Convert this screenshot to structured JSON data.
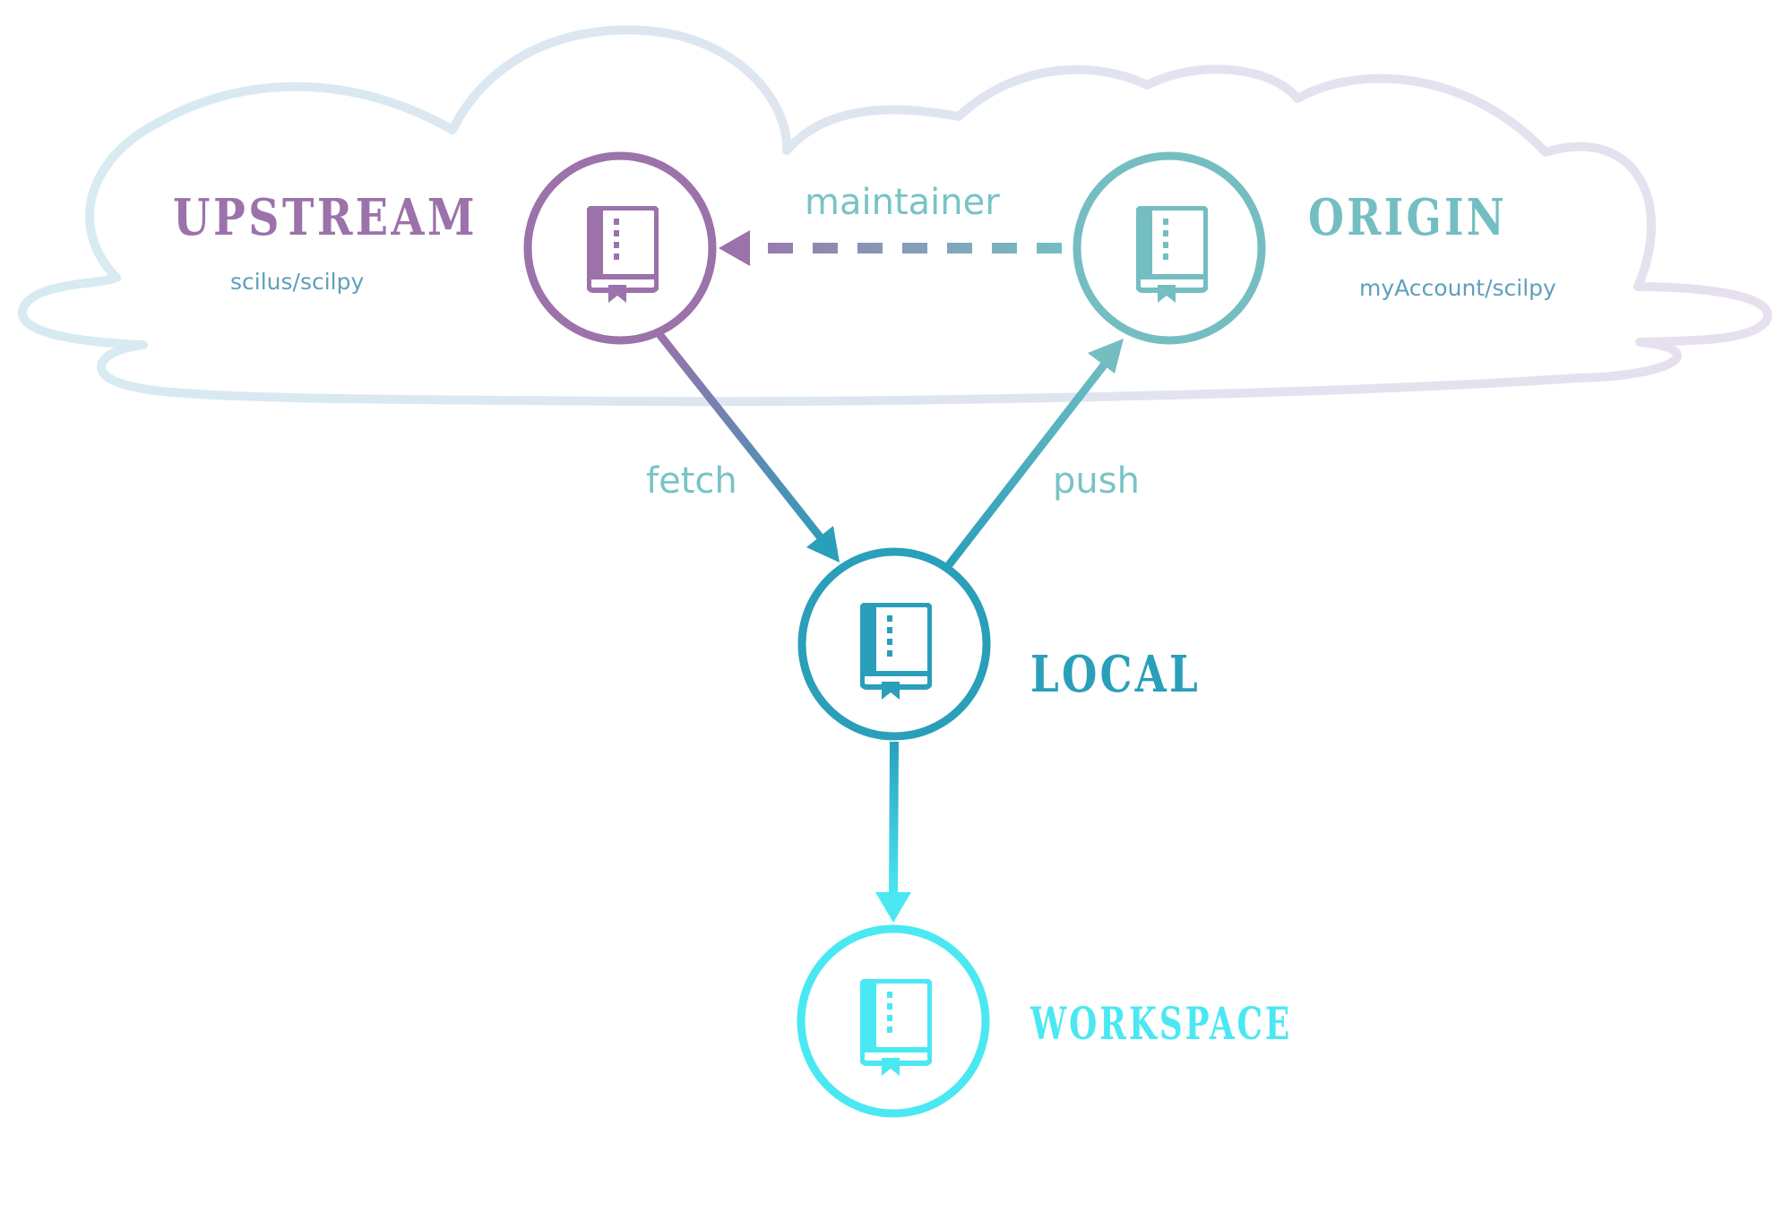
{
  "colors": {
    "upstream": "#9b72aa",
    "origin": "#74bec2",
    "local": "#2a9fba",
    "workspace": "#4ae8f2",
    "label": "#78c3c6",
    "sublabel": "#5f9fba",
    "cloud_left": "#d7eaf2",
    "cloud_right": "#e7e0ee"
  },
  "icon": "book-icon",
  "nodes": {
    "upstream": {
      "title": "UPSTREAM",
      "subtitle": "scilus/scilpy"
    },
    "origin": {
      "title": "ORIGIN",
      "subtitle": "myAccount/scilpy"
    },
    "local": {
      "title": "LOCAL"
    },
    "workspace": {
      "title": "WORKSPACE"
    }
  },
  "edges": {
    "maintainer": "maintainer",
    "fetch": "fetch",
    "push": "push"
  }
}
